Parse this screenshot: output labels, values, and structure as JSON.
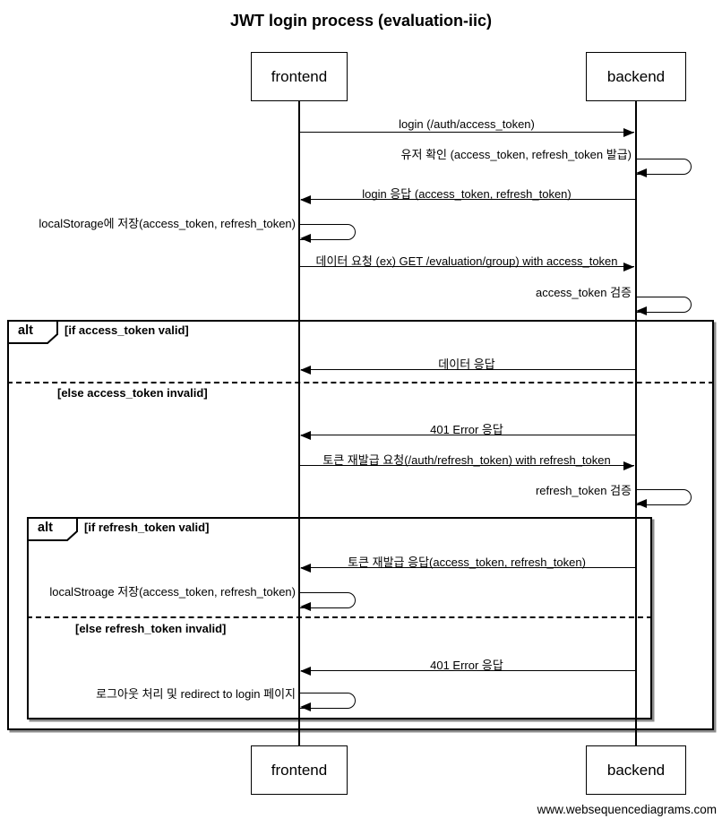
{
  "title": "JWT login process (evaluation-iic)",
  "footer": "www.websequencediagrams.com",
  "actors": {
    "frontend": "frontend",
    "backend": "backend"
  },
  "colors": {
    "line": "#000000",
    "background": "#ffffff"
  },
  "frames": {
    "outer": {
      "operator": "alt",
      "guard": "[if access_token valid]",
      "else_guard": "[else access_token invalid]"
    },
    "inner": {
      "operator": "alt",
      "guard": "[if refresh_token valid]",
      "else_guard": "[else refresh_token invalid]"
    }
  },
  "messages": {
    "m1": {
      "label": "login (/auth/access_token)",
      "from": "frontend",
      "to": "backend",
      "kind": "call"
    },
    "m2": {
      "label": "유저 확인 (access_token, refresh_token 발급)",
      "from": "backend",
      "to": "backend",
      "kind": "self"
    },
    "m3": {
      "label": "login 응답 (access_token, refresh_token)",
      "from": "backend",
      "to": "frontend",
      "kind": "return"
    },
    "m4": {
      "label": "localStorage에 저장(access_token, refresh_token)",
      "from": "frontend",
      "to": "frontend",
      "kind": "self"
    },
    "m5": {
      "label": "데이터 요청 (ex) GET /evaluation/group) with access_token",
      "from": "frontend",
      "to": "backend",
      "kind": "call"
    },
    "m6": {
      "label": "access_token 검증",
      "from": "backend",
      "to": "backend",
      "kind": "self"
    },
    "m7": {
      "label": "데이터 응답",
      "from": "backend",
      "to": "frontend",
      "kind": "return"
    },
    "m8": {
      "label": "401 Error 응답",
      "from": "backend",
      "to": "frontend",
      "kind": "return"
    },
    "m9": {
      "label": "토큰 재발급 요청(/auth/refresh_token) with refresh_token",
      "from": "frontend",
      "to": "backend",
      "kind": "call"
    },
    "m10": {
      "label": "refresh_token 검증",
      "from": "backend",
      "to": "backend",
      "kind": "self"
    },
    "m11": {
      "label": "토큰 재발급 응답(access_token, refresh_token)",
      "from": "backend",
      "to": "frontend",
      "kind": "return"
    },
    "m12": {
      "label": "localStroage 저장(access_token, refresh_token)",
      "from": "frontend",
      "to": "frontend",
      "kind": "self"
    },
    "m13": {
      "label": "401 Error 응답",
      "from": "backend",
      "to": "frontend",
      "kind": "return"
    },
    "m14": {
      "label": "로그아웃 처리 및 redirect to login 페이지",
      "from": "frontend",
      "to": "frontend",
      "kind": "self"
    }
  }
}
